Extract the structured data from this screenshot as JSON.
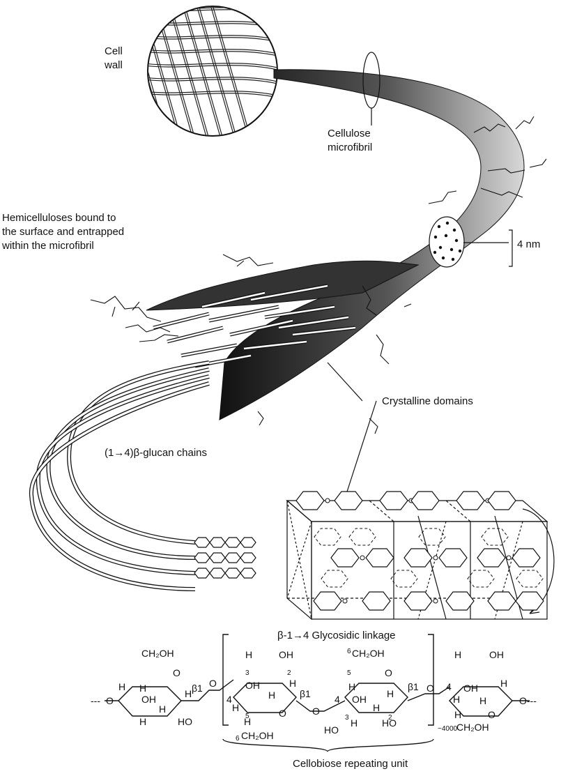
{
  "labels": {
    "cell_wall_1": "Cell",
    "cell_wall_2": "wall",
    "cellulose_1": "Cellulose",
    "cellulose_2": "microfibril",
    "hemi_1": "Hemicelluloses bound to",
    "hemi_2": "the surface and entrapped",
    "hemi_3": "within the microfibril",
    "nm": "4 nm",
    "crystalline": "Crystalline domains",
    "glucan": "(1→4)β-glucan chains",
    "linkage": "β-1→4 Glycosidic linkage",
    "repeat": "Cellobiose repeating unit",
    "n": "~4000"
  },
  "chem": {
    "ch2oh": "CH₂OH",
    "oh": "OH",
    "h": "H",
    "o": "O",
    "ho": "HO",
    "beta1": "β1",
    "dash_l": "---",
    "dash_r": "O---",
    "c6": "6",
    "c5": "5",
    "c4": "4",
    "c3": "3",
    "c2": "2"
  }
}
